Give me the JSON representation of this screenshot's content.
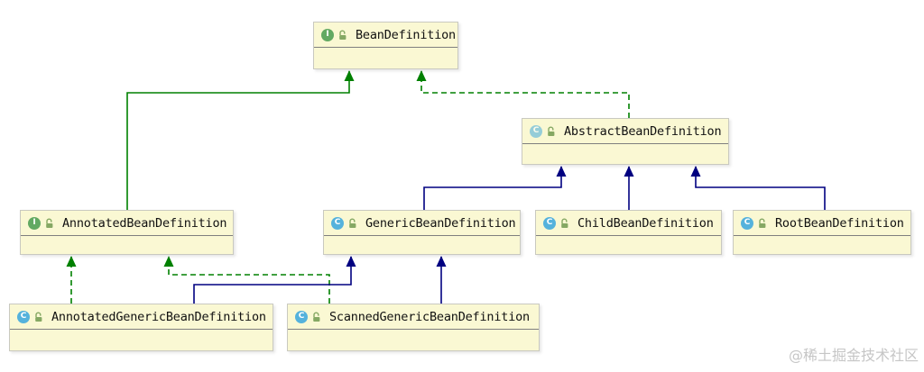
{
  "diagram": {
    "nodes": [
      {
        "id": "BeanDefinition",
        "label": "BeanDefinition",
        "kind": "interface"
      },
      {
        "id": "AbstractBeanDefinition",
        "label": "AbstractBeanDefinition",
        "kind": "abstract-class"
      },
      {
        "id": "AnnotatedBeanDefinition",
        "label": "AnnotatedBeanDefinition",
        "kind": "interface"
      },
      {
        "id": "GenericBeanDefinition",
        "label": "GenericBeanDefinition",
        "kind": "class"
      },
      {
        "id": "ChildBeanDefinition",
        "label": "ChildBeanDefinition",
        "kind": "class"
      },
      {
        "id": "RootBeanDefinition",
        "label": "RootBeanDefinition",
        "kind": "class"
      },
      {
        "id": "AnnotatedGenericBeanDefinition",
        "label": "AnnotatedGenericBeanDefinition",
        "kind": "class"
      },
      {
        "id": "ScannedGenericBeanDefinition",
        "label": "ScannedGenericBeanDefinition",
        "kind": "class"
      }
    ],
    "edges": [
      {
        "from": "AnnotatedBeanDefinition",
        "to": "BeanDefinition",
        "relation": "extends",
        "line": "solid",
        "color": "green"
      },
      {
        "from": "AbstractBeanDefinition",
        "to": "BeanDefinition",
        "relation": "implements",
        "line": "dashed",
        "color": "green"
      },
      {
        "from": "GenericBeanDefinition",
        "to": "AbstractBeanDefinition",
        "relation": "extends",
        "line": "solid",
        "color": "navy"
      },
      {
        "from": "ChildBeanDefinition",
        "to": "AbstractBeanDefinition",
        "relation": "extends",
        "line": "solid",
        "color": "navy"
      },
      {
        "from": "RootBeanDefinition",
        "to": "AbstractBeanDefinition",
        "relation": "extends",
        "line": "solid",
        "color": "navy"
      },
      {
        "from": "AnnotatedGenericBeanDefinition",
        "to": "AnnotatedBeanDefinition",
        "relation": "implements",
        "line": "dashed",
        "color": "green"
      },
      {
        "from": "ScannedGenericBeanDefinition",
        "to": "AnnotatedBeanDefinition",
        "relation": "implements",
        "line": "dashed",
        "color": "green"
      },
      {
        "from": "AnnotatedGenericBeanDefinition",
        "to": "GenericBeanDefinition",
        "relation": "extends",
        "line": "solid",
        "color": "navy"
      },
      {
        "from": "ScannedGenericBeanDefinition",
        "to": "GenericBeanDefinition",
        "relation": "extends",
        "line": "solid",
        "color": "navy"
      }
    ],
    "colors": {
      "edge_green": "#008000",
      "edge_navy": "#000080",
      "node_fill": "#FAF8D3",
      "node_border": "#C9C9C0",
      "header_line": "#7F7F7F",
      "icon_interface": "#62A962",
      "icon_class": "#55B2DC",
      "icon_lock": "#85A863",
      "text": "#111111",
      "watermark": "#C6C6C6"
    }
  },
  "icons": {
    "interface_letter": "I",
    "class_letter": "C"
  },
  "watermark": {
    "text": "@稀土掘金技术社区"
  }
}
